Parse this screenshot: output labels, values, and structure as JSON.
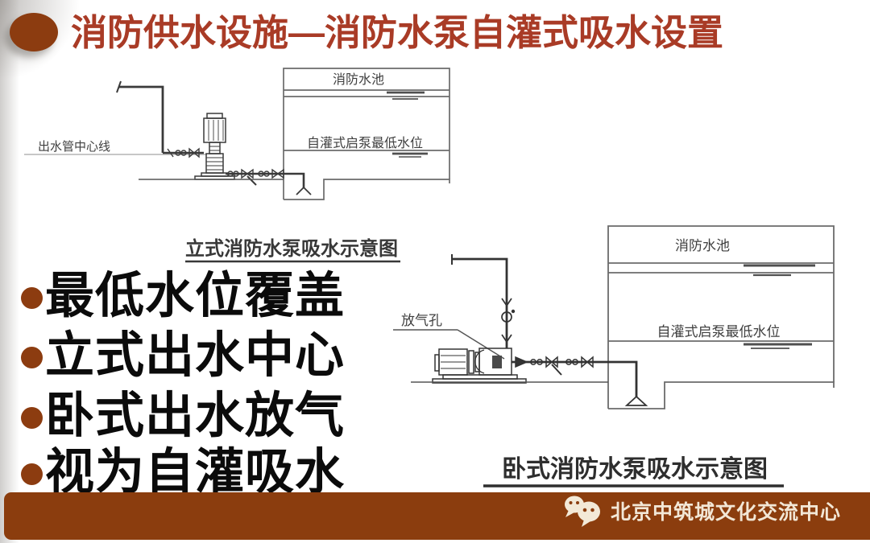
{
  "title": {
    "text": "消防供水设施—消防水泵自灌式吸水设置",
    "color": "#a93b26",
    "bullet_color": "#8c3c10"
  },
  "bullets": {
    "bullet_color": "#8c3c10",
    "items": [
      "最低水位覆盖",
      "立式出水中心",
      "卧式出水放气",
      "视为自灌吸水"
    ]
  },
  "diagram_vertical": {
    "outlet_centerline_label": "出水管中心线",
    "tank_label": "消防水池",
    "min_water_level_label": "自灌式启泵最低水位",
    "caption": "立式消防水泵吸水示意图"
  },
  "diagram_horizontal": {
    "air_vent_label": "放气孔",
    "tank_label": "消防水池",
    "min_water_level_label": "自灌式启泵最低水位",
    "caption": "卧式消防水泵吸水示意图"
  },
  "footer": {
    "org": "北京中筑城文化交流中心",
    "bar_color": "#8b3d0e",
    "icon": "wechat-icon",
    "icon_color": "#f3e9d7"
  }
}
